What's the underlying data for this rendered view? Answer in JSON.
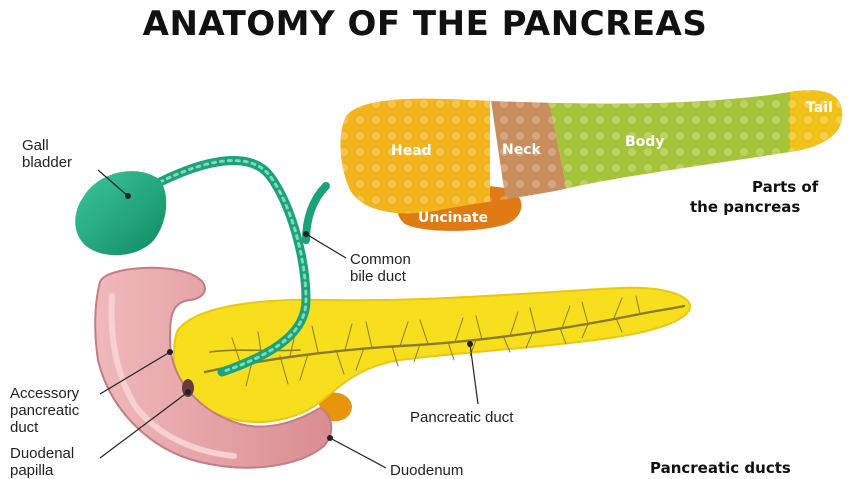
{
  "title": "ANATOMY OF THE PANCREAS",
  "parts": {
    "head": "Head",
    "neck": "Neck",
    "body": "Body",
    "tail": "Tail",
    "uncinate": "Uncinate",
    "heading_line1": "Parts of",
    "heading_line2": "the pancreas"
  },
  "labels": {
    "gall_bladder_line1": "Gall",
    "gall_bladder_line2": "bladder",
    "common_bile_duct_line1": "Common",
    "common_bile_duct_line2": "bile duct",
    "accessory_line1": "Accessory",
    "accessory_line2": "pancreatic",
    "accessory_line3": "duct",
    "papilla_line1": "Duodenal",
    "papilla_line2": "papilla",
    "pancreatic_duct": "Pancreatic duct",
    "duodenum": "Duodenum",
    "ducts_heading": "Pancreatic ducts"
  },
  "colors": {
    "head": "#f2b51d",
    "neck": "#c98e5e",
    "body": "#a6c43a",
    "tail": "#f0c21a",
    "uncinate": "#e07a12",
    "gall_bladder": "#1aa27a",
    "pancreas_yellow": "#f7df1e",
    "duodenum_pink": "#e8a3a6"
  }
}
